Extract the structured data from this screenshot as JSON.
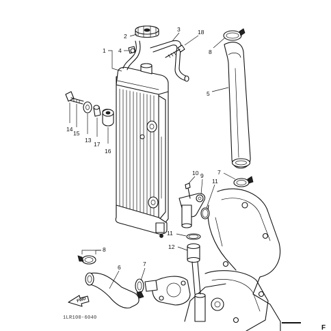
{
  "diagram": {
    "part_callouts": [
      "1",
      "2",
      "3",
      "4",
      "5",
      "6",
      "7",
      "7",
      "8",
      "8",
      "9",
      "10",
      "11",
      "11",
      "12",
      "13",
      "14",
      "15",
      "16",
      "17",
      "18"
    ],
    "direction_arrow_label": "FWD",
    "drawing_code": "1LR100-6040",
    "page_mark": "F"
  }
}
